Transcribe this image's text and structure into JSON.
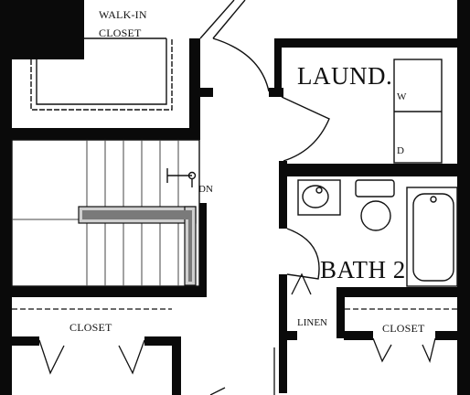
{
  "plan": {
    "rooms": {
      "walk_in_closet_line1": "WALK-IN",
      "walk_in_closet_line2": "CLOSET",
      "laundry": "LAUND.",
      "bath_2": "BATH 2",
      "closet_left": "CLOSET",
      "closet_right": "CLOSET",
      "linen": "LINEN"
    },
    "appliances": {
      "washer": "W",
      "dryer": "D"
    },
    "stair": {
      "direction": "DN"
    }
  }
}
